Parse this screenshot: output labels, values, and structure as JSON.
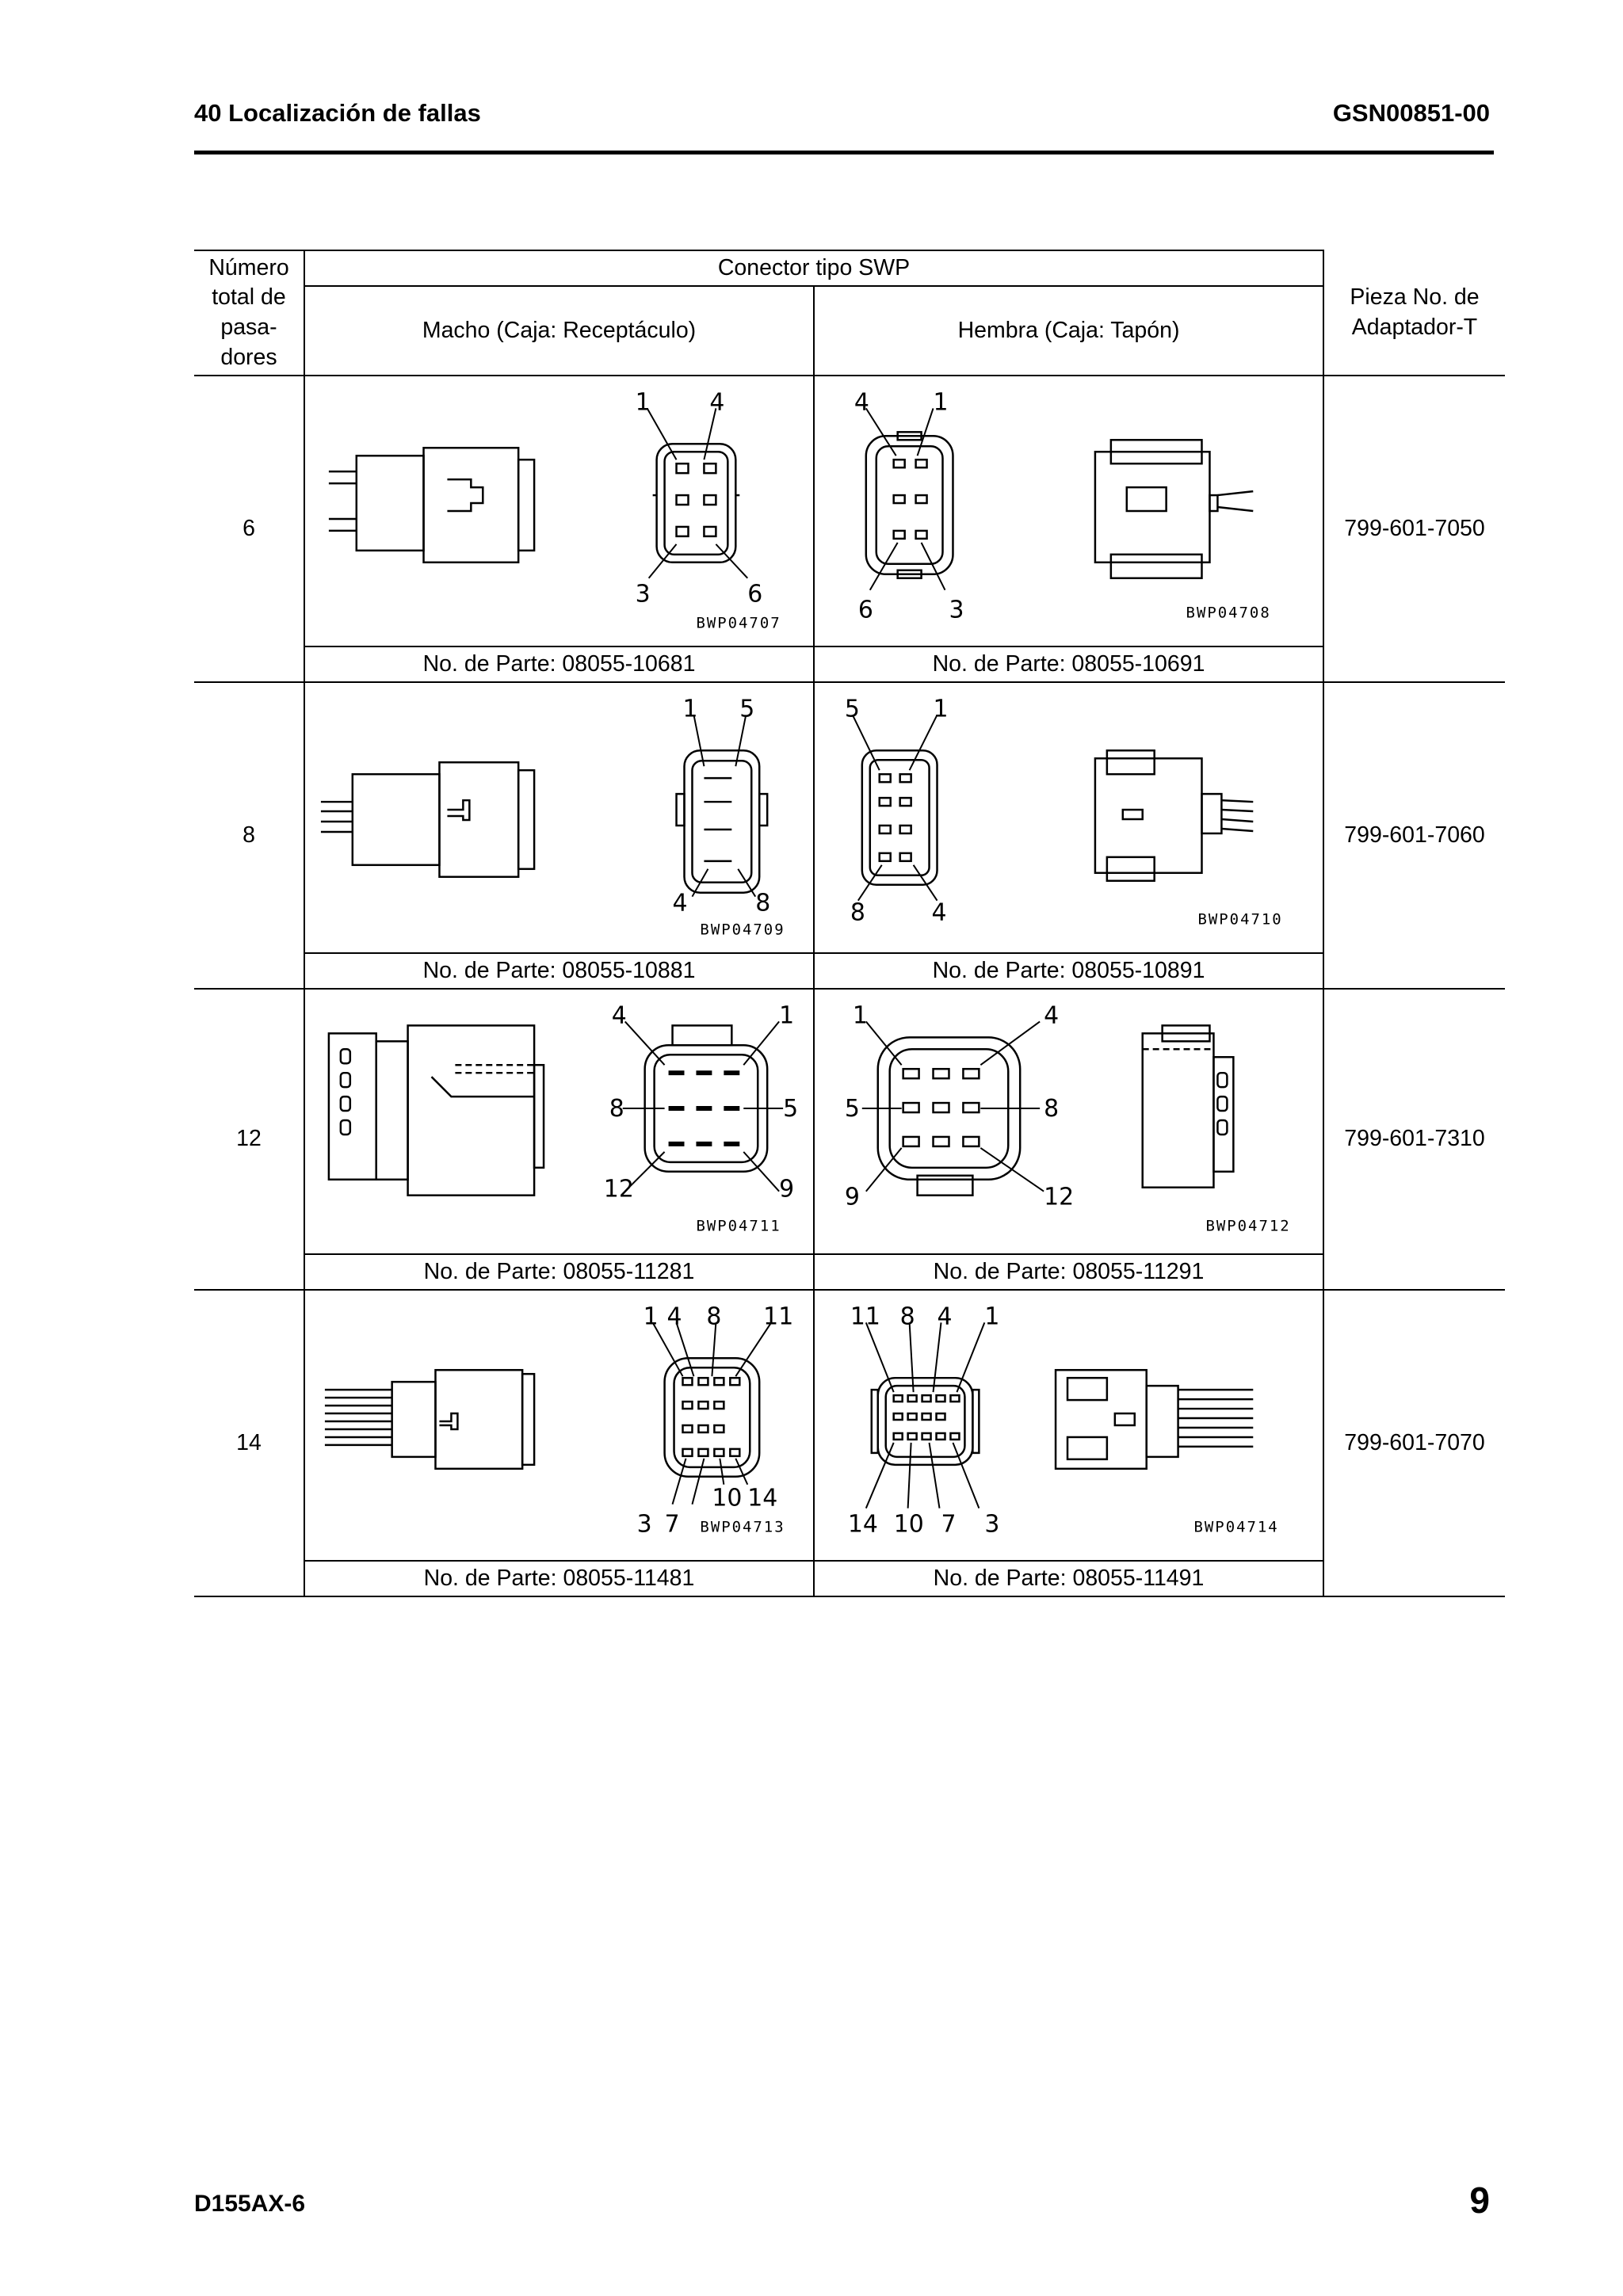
{
  "header": {
    "section_title": "40 Localización de fallas",
    "doc_code": "GSN00851-00"
  },
  "footer": {
    "model": "D155AX-6",
    "page_number": "9"
  },
  "table": {
    "col_pins_header": "Número total de pasa- dores",
    "group_header": "Conector tipo SWP",
    "col_male_header": "Macho (Caja: Receptáculo)",
    "col_female_header": "Hembra (Caja: Tapón)",
    "col_adapter_header": "Pieza No. de Adaptador-T",
    "rows": [
      {
        "pins": "6",
        "adapter": "799-601-7050",
        "male_part": "No. de Parte: 08055-10681",
        "female_part": "No. de Parte: 08055-10691",
        "male_figure_code": "BWP04707",
        "female_figure_code": "BWP04708",
        "male_pin_labels": [
          "1",
          "4",
          "3",
          "6"
        ],
        "female_pin_labels": [
          "4",
          "1",
          "6",
          "3"
        ]
      },
      {
        "pins": "8",
        "adapter": "799-601-7060",
        "male_part": "No. de Parte: 08055-10881",
        "female_part": "No. de Parte: 08055-10891",
        "male_figure_code": "BWP04709",
        "female_figure_code": "BWP04710",
        "male_pin_labels": [
          "1",
          "5",
          "4",
          "8"
        ],
        "female_pin_labels": [
          "5",
          "1",
          "8",
          "4"
        ]
      },
      {
        "pins": "12",
        "adapter": "799-601-7310",
        "male_part": "No. de Parte: 08055-11281",
        "female_part": "No. de Parte: 08055-11291",
        "male_figure_code": "BWP04711",
        "female_figure_code": "BWP04712",
        "male_pin_labels": [
          "4",
          "1",
          "8",
          "5",
          "12",
          "9"
        ],
        "female_pin_labels": [
          "1",
          "4",
          "5",
          "8",
          "9",
          "12"
        ]
      },
      {
        "pins": "14",
        "adapter": "799-601-7070",
        "male_part": "No. de Parte: 08055-11481",
        "female_part": "No. de Parte: 08055-11491",
        "male_figure_code": "BWP04713",
        "female_figure_code": "BWP04714",
        "male_pin_labels": [
          "1",
          "4",
          "8",
          "11",
          "10",
          "14",
          "3",
          "7"
        ],
        "female_pin_labels": [
          "11",
          "8",
          "4",
          "1",
          "14",
          "10",
          "7",
          "3"
        ]
      }
    ]
  }
}
